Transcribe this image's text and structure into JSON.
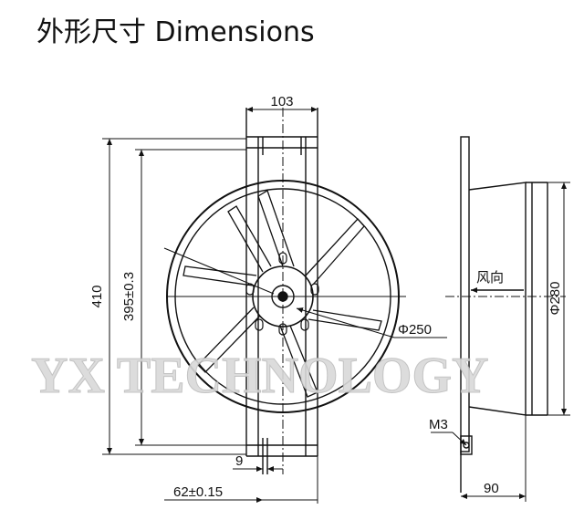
{
  "title": "外形尺寸 Dimensions",
  "dimensions": {
    "width_top": "103",
    "height_total": "410",
    "height_mount": "395±0.3",
    "impeller_diameter": "Φ250",
    "housing_diameter": "Φ280",
    "bracket_width": "9",
    "hole_spacing": "62±0.15",
    "depth": "90",
    "screw": "M3",
    "airflow": "风向"
  },
  "watermark": "YX TECHNOLOGY"
}
